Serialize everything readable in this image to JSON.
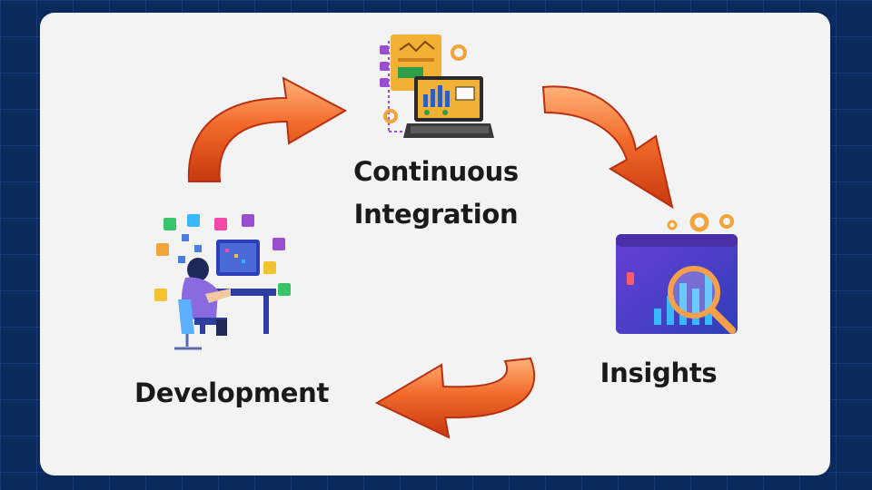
{
  "nodes": {
    "continuous_integration": {
      "line1": "Continuous",
      "line2": "Integration"
    },
    "insights": {
      "label": "Insights"
    },
    "development": {
      "label": "Development"
    }
  },
  "colors": {
    "background": "#0b2a5c",
    "card": "#f3f3f4",
    "arrow_orange": "#f26a2a",
    "arrow_light": "#ffb27a",
    "arrow_dark": "#b8300f"
  },
  "icons": [
    "ci-dashboard-laptop-icon",
    "insights-magnifier-chart-icon",
    "developer-workstation-icon"
  ]
}
